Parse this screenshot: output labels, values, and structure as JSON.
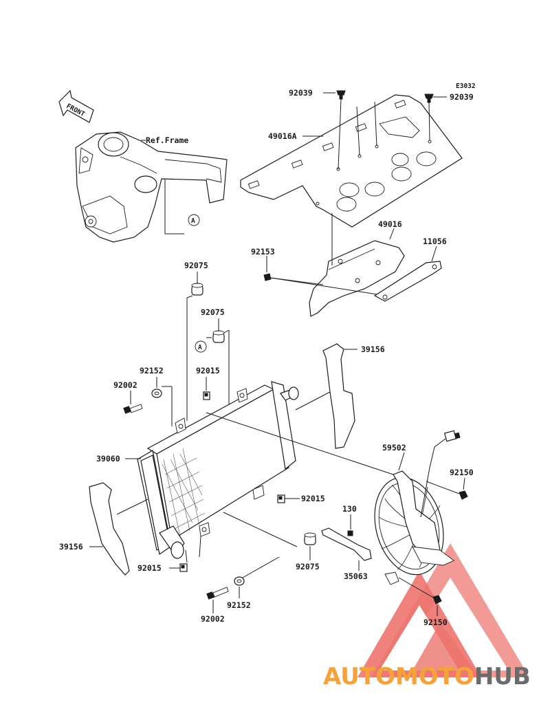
{
  "diagram": {
    "code": "E3032",
    "front_label": "FRONT",
    "ref_frame": "Ref.Frame",
    "marker_letter": "A",
    "parts": {
      "p92039_left": "92039",
      "p92039_right": "92039",
      "p49016A": "49016A",
      "p49016": "49016",
      "p11056": "11056",
      "p92153": "92153",
      "p92075_top": "92075",
      "p92075_mid": "92075",
      "p92152_top": "92152",
      "p92015_top": "92015",
      "p92002_top": "92002",
      "p39156_right": "39156",
      "p39060": "39060",
      "p59502": "59502",
      "p92150_top": "92150",
      "p92015_mid": "92015",
      "p130": "130",
      "p39156_left": "39156",
      "p92075_bottom": "92075",
      "p35063": "35063",
      "p92015_bottom": "92015",
      "p92152_bottom": "92152",
      "p92002_bottom": "92002",
      "p92150_bottom": "92150"
    }
  },
  "watermark": {
    "text_orange": "AUTOMOTO",
    "text_gray": "HUB",
    "color_red": "#e8574f",
    "color_orange": "#f4a23c",
    "color_gray": "#6b6b6b"
  }
}
